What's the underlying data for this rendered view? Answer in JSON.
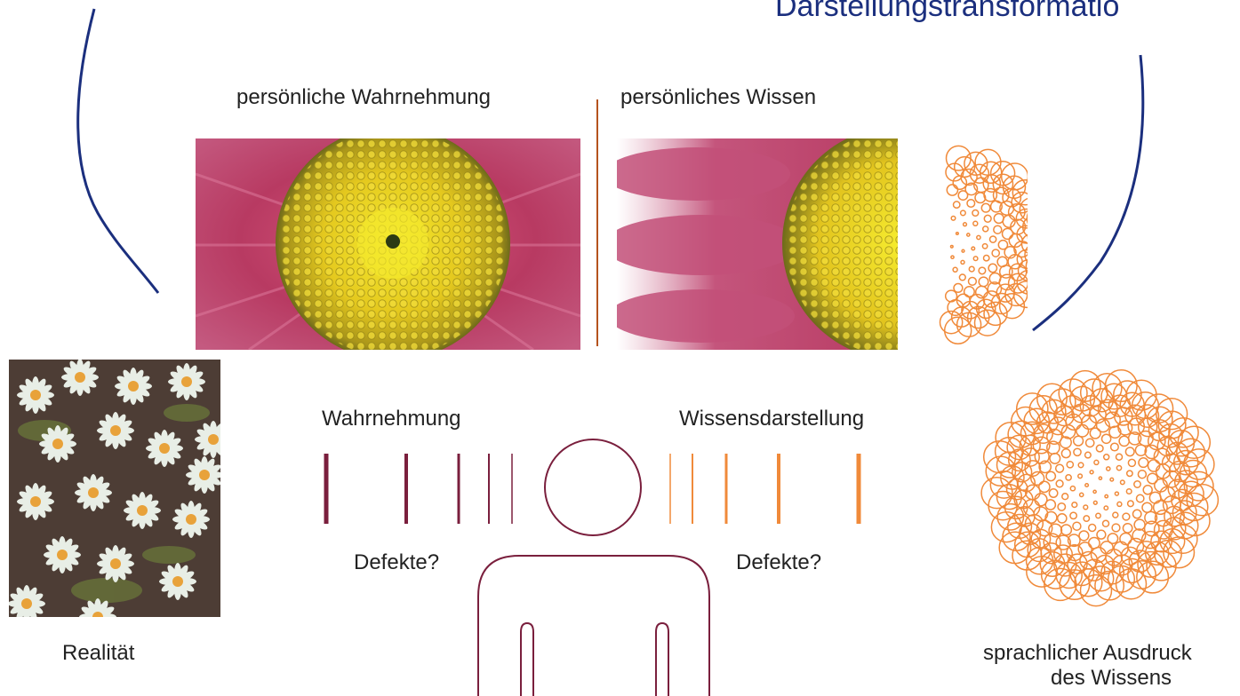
{
  "title": "Darstellungstransformatio",
  "labels": {
    "personal_perception": "persönliche Wahrnehmung",
    "personal_knowledge": "persönliches Wissen",
    "perception": "Wahrnehmung",
    "knowledge_representation": "Wissensdarstellung",
    "defects_left": "Defekte?",
    "defects_right": "Defekte?",
    "reality": "Realität",
    "linguistic_expression_1": "sprachlicher Ausdruck",
    "linguistic_expression_2": "des Wissens"
  },
  "colors": {
    "curve": "#1b2f7e",
    "perception_bars": "#7a1f3d",
    "knowledge_bars": "#f08a3a",
    "flower_petal": "#b8345c",
    "flower_center": "#e2c21c",
    "figure_outline": "#7a1f3d",
    "divider": "#b5531e"
  },
  "icons": {
    "person": "person-outline-icon",
    "fibonacci": "spiral-circles-pattern"
  }
}
